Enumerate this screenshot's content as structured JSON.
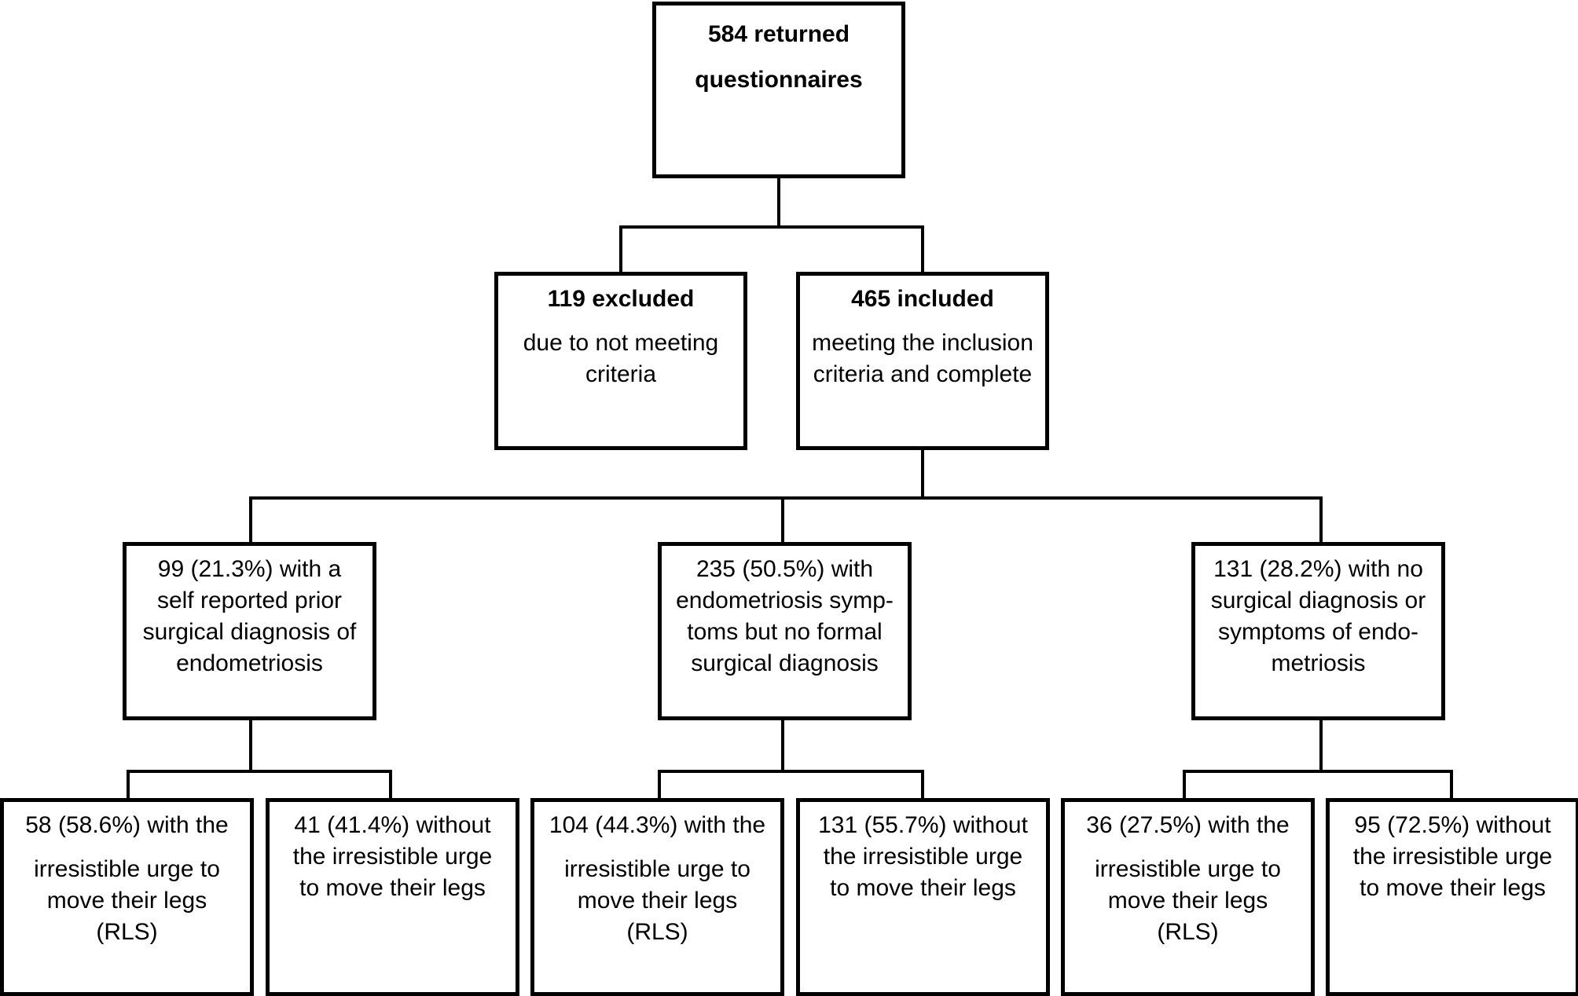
{
  "top_box": {
    "line1": "584 returned",
    "line2": "questionnaires"
  },
  "excluded_box": {
    "title": "119 excluded",
    "line1": "due to not meeting",
    "line2": "criteria"
  },
  "included_box": {
    "title": "465 included",
    "line1": "meeting the inclusion",
    "line2": "criteria and complete"
  },
  "groups": [
    {
      "lines": [
        "99 (21.3%) with a",
        "self reported prior",
        "surgical diagnosis of",
        "endometriosis"
      ]
    },
    {
      "lines": [
        "235 (50.5%) with",
        "endometriosis symp-",
        "toms but no formal",
        "surgical diagnosis"
      ]
    },
    {
      "lines": [
        "131 (28.2%) with no",
        "surgical diagnosis or",
        "symptoms of endo-",
        "metriosis"
      ]
    }
  ],
  "outcomes": [
    {
      "lines": [
        "58 (58.6%) with the",
        "irresistible urge to",
        "move their legs",
        "(RLS)"
      ]
    },
    {
      "lines": [
        "41 (41.4%) without",
        "the irresistible urge",
        "to move their legs"
      ]
    },
    {
      "lines": [
        "104 (44.3%) with the",
        "irresistible urge to",
        "move their legs",
        "(RLS)"
      ]
    },
    {
      "lines": [
        "131 (55.7%) without",
        "the irresistible urge",
        "to move their legs"
      ]
    },
    {
      "lines": [
        "36 (27.5%) with the",
        "irresistible urge to",
        "move their legs",
        "(RLS)"
      ]
    },
    {
      "lines": [
        "95 (72.5%) without",
        "the irresistible urge",
        "to move their legs"
      ]
    }
  ]
}
